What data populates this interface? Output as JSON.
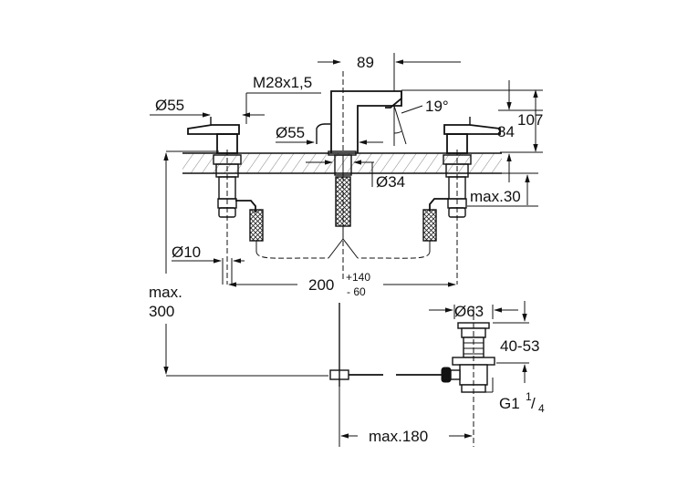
{
  "diagram": {
    "labels": {
      "spout_width": "89",
      "thread": "M28x1,5",
      "handle_dia": "Ø55",
      "spout_base_dia": "Ø55",
      "spout_angle": "19°",
      "height_84": "84",
      "height_107": "107",
      "hole_dia": "Ø34",
      "deck_max": "max.30",
      "pipe_dia": "Ø10",
      "spread_nominal": "200",
      "spread_plus": "+140",
      "spread_minus": "- 60",
      "max_label": "max.",
      "max_value": "300",
      "drain_dia": "Ø63",
      "drain_range": "40-53",
      "drain_thread": "G1",
      "drain_thread_num": "1",
      "drain_thread_den": "4",
      "rod_reach": "max.180"
    }
  }
}
